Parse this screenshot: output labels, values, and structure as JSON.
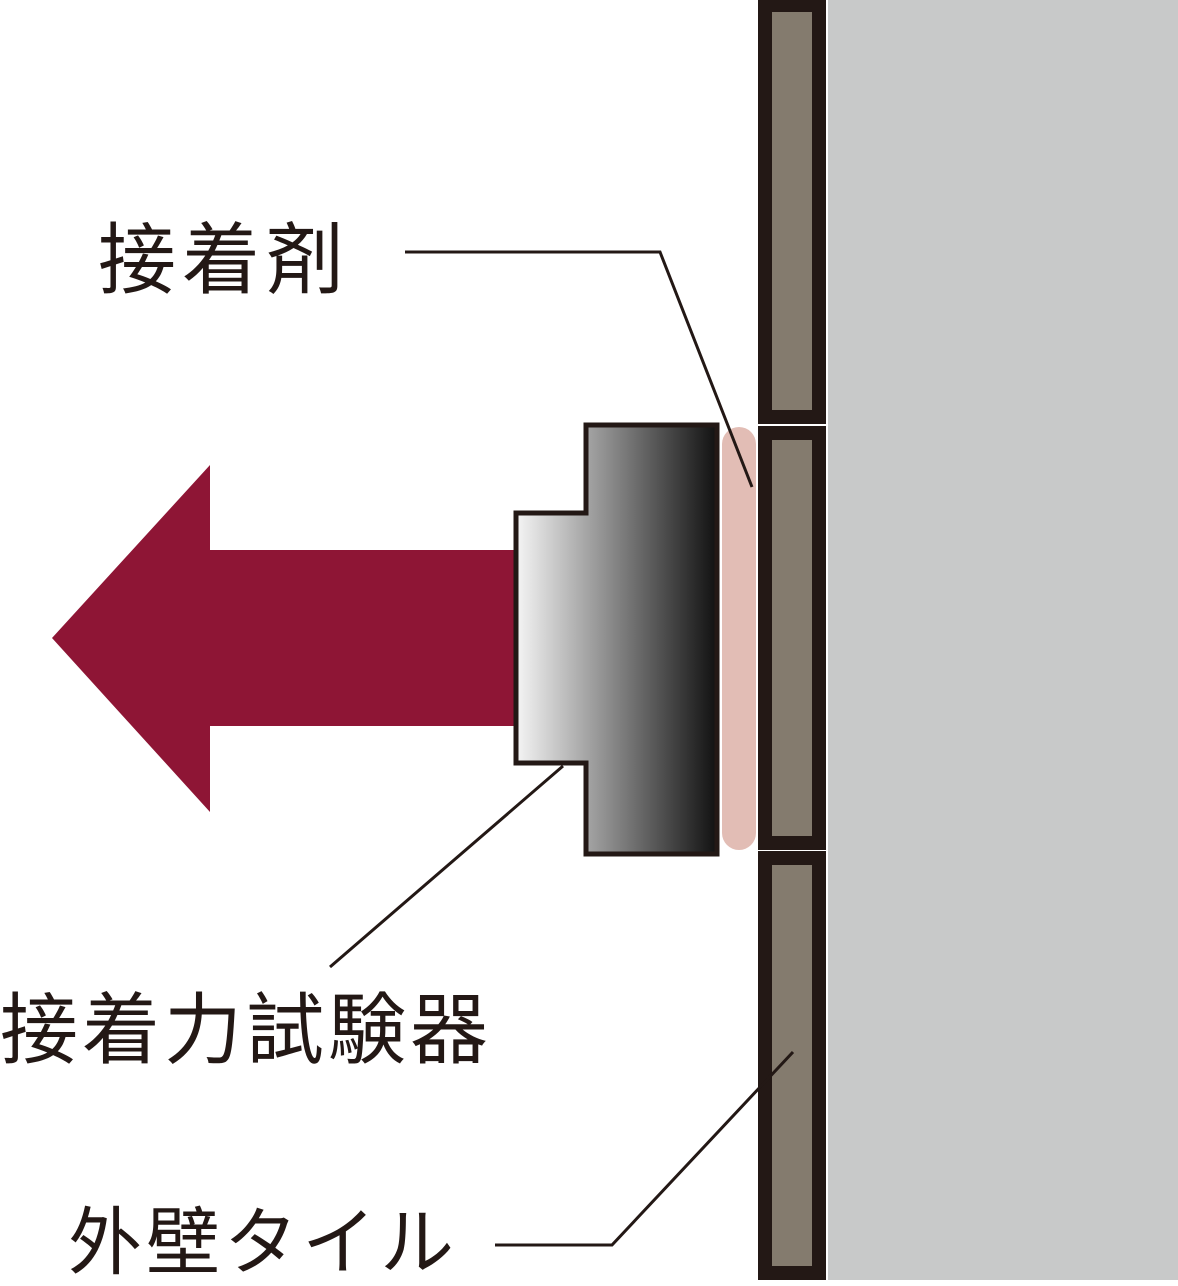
{
  "labels": {
    "adhesive": "接着剤",
    "tester": "接着力試験器",
    "exterior_tile": "外壁タイル"
  },
  "colors": {
    "arrow": "#8e1535",
    "wall": "#c8c9c9",
    "tile_fill": "#847b6e",
    "tile_border": "#231815",
    "adhesive": "#e2bdb5",
    "leader_line": "#231815",
    "tester_gradient_light": "#f5f5f5",
    "tester_gradient_dark": "#111111"
  },
  "icons": {
    "arrow": "pull-direction-arrow-left"
  }
}
